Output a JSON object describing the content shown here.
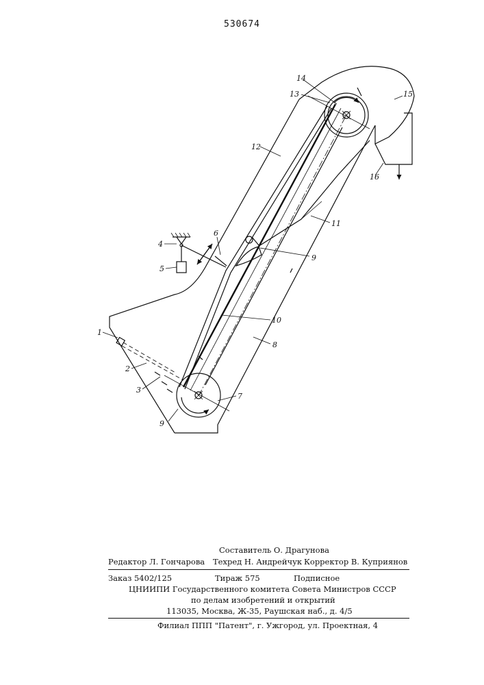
{
  "page_number": "530674",
  "labels": {
    "l1": "1",
    "l2": "2",
    "l3": "3",
    "l4": "4",
    "l5": "5",
    "l6": "6",
    "l7": "7",
    "l8": "8",
    "l9a": "9",
    "l9b": "9",
    "l10": "10",
    "l11": "11",
    "l12": "12",
    "l13": "13",
    "l14": "14",
    "l15": "15",
    "l16": "16"
  },
  "imprint": {
    "compiler": "Составитель О. Драгунова",
    "editor": "Редактор Л. Гончарова",
    "techred": "Техред Н. Андрейчук",
    "corrector": "Корректор В. Куприянов",
    "order": "Заказ 5402/125",
    "circulation": "Тираж 575",
    "subscription": "Подписное",
    "org_line1": "ЦНИИПИ Государственного комитета Совета Министров СССР",
    "org_line2": "по делам изобретений и открытий",
    "address": "113035, Москва, Ж-35, Раушская наб., д. 4/5",
    "branch": "Филиал ППП \"Патент\", г. Ужгород, ул. Проектная, 4"
  }
}
